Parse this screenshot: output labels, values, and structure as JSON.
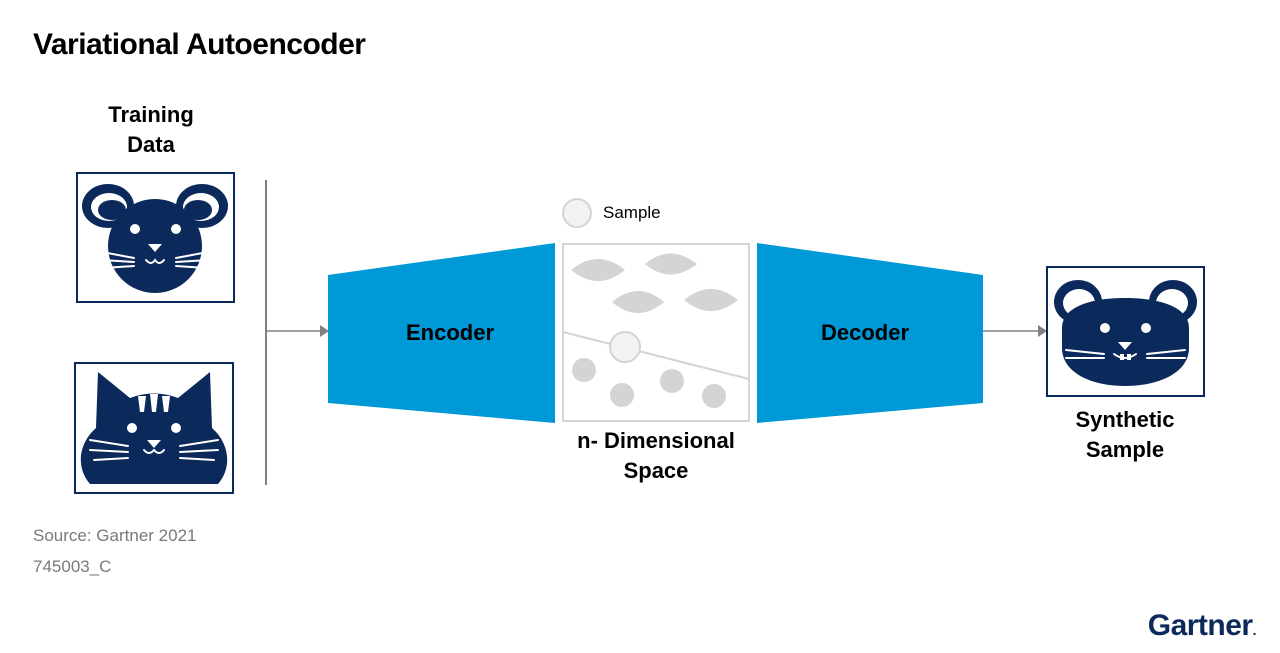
{
  "title": "Variational Autoencoder",
  "training": {
    "label_line1": "Training",
    "label_line2": "Data"
  },
  "encoder": {
    "label": "Encoder"
  },
  "decoder": {
    "label": "Decoder"
  },
  "latent": {
    "label_line1": "n- Dimensional",
    "label_line2": "Space",
    "legend_label": "Sample"
  },
  "output": {
    "label_line1": "Synthetic",
    "label_line2": "Sample"
  },
  "footer": {
    "source": "Source: Gartner 2021",
    "code": "745003_C"
  },
  "brand": {
    "logo_text": "Gartner",
    "logo_dot": "."
  },
  "colors": {
    "navy": "#0b2a5b",
    "blue": "#0099d8",
    "gray": "#d4d4d4",
    "arrow": "#808080"
  },
  "icons": [
    "mouse-icon",
    "cat-icon",
    "synthetic-mouse-cat-icon"
  ]
}
